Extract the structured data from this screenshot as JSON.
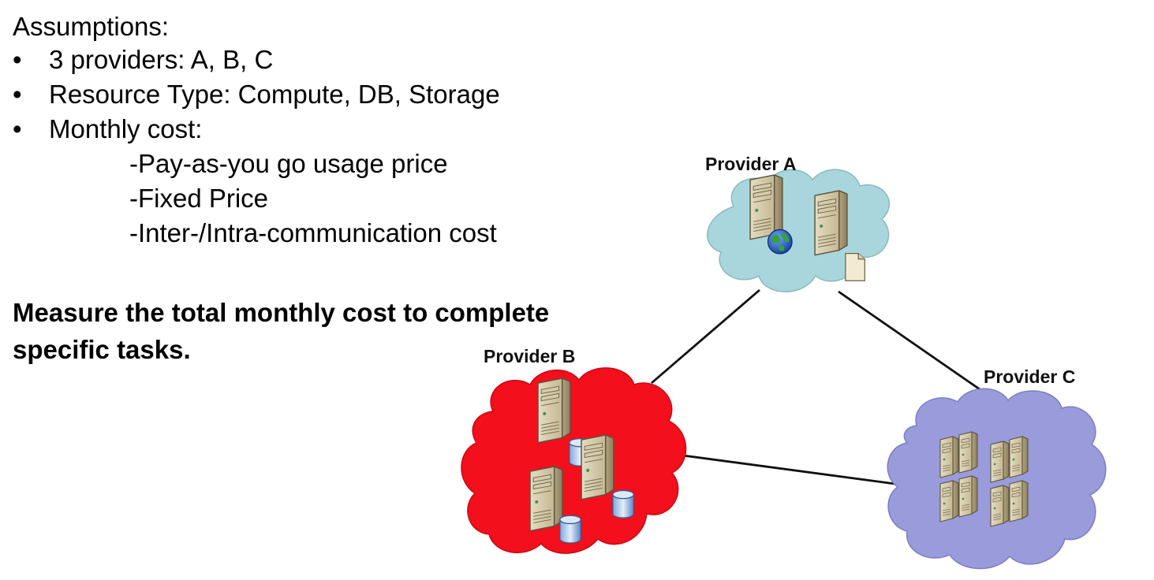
{
  "assumptions": {
    "heading": "Assumptions:",
    "bullets": [
      "3 providers: A, B, C",
      "Resource Type: Compute, DB, Storage",
      "Monthly cost:"
    ],
    "bullet_glyph": "•",
    "monthly_cost_items": [
      "-Pay-as-you go usage price",
      "-Fixed Price",
      "-Inter-/Intra-communication cost"
    ]
  },
  "conclusion": "Measure the total monthly cost to complete specific tasks.",
  "providers": {
    "a": {
      "label": "Provider A",
      "cloud_color": "#a9d6dc",
      "icons": [
        "server-globe-icon",
        "server-file-icon"
      ]
    },
    "b": {
      "label": "Provider B",
      "cloud_color": "#f40f1c",
      "icons": [
        "server-database-icon",
        "server-database-icon",
        "server-database-icon"
      ]
    },
    "c": {
      "label": "Provider C",
      "cloud_color": "#9a9bdb",
      "icons": [
        "server-cluster-icon"
      ]
    }
  },
  "connections": [
    {
      "from": "Provider A",
      "to": "Provider B"
    },
    {
      "from": "Provider A",
      "to": "Provider C"
    },
    {
      "from": "Provider B",
      "to": "Provider C"
    }
  ]
}
